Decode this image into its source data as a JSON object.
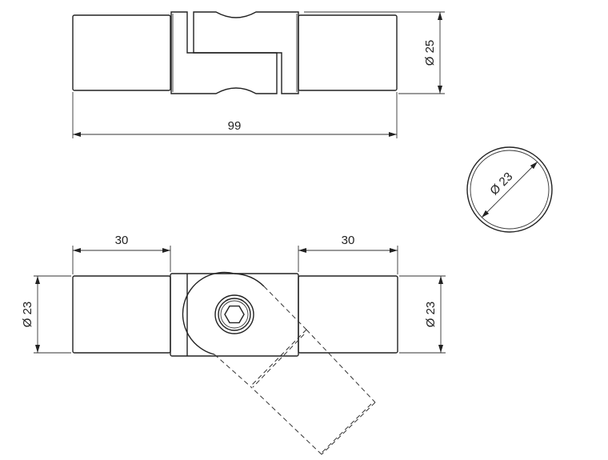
{
  "drawing": {
    "top_view": {
      "length_label": "99",
      "diameter_label": "Ø 25"
    },
    "end_view": {
      "diameter_label": "Ø 23"
    },
    "side_view": {
      "left_length_label": "30",
      "right_length_label": "30",
      "left_diameter_label": "Ø 23",
      "right_diameter_label": "Ø 23"
    },
    "line_color": "#222222"
  }
}
